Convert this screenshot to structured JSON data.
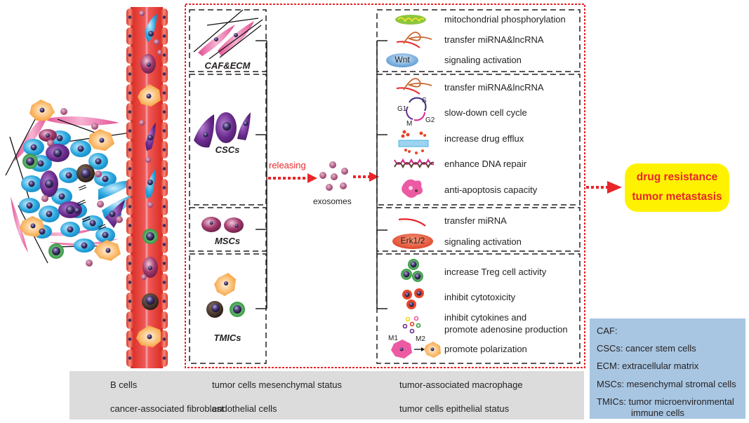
{
  "colors": {
    "outer_border": "#e8262a",
    "arrow": "#e8262a",
    "outcome_bg": "#fff200",
    "outcome_text": "#e8262a",
    "legend_bg": "#dcdcdc",
    "abbr_bg": "#a8c6e2",
    "vessel": "#e8362f",
    "tumor_epithelial": "#29a8e0",
    "csc_purple": "#6b2c8f",
    "macrophage": "#f7a64a",
    "fibroblast": "#ec6fa8",
    "treg_green": "#2e9e3f",
    "b_cell": "#3b2a22"
  },
  "sources": [
    {
      "id": "caf",
      "label": "CAF&ECM",
      "icon": "fibroblast-with-ecm-icon"
    },
    {
      "id": "cscs",
      "label": "CSCs",
      "icon": "cancer-stem-cells-icon"
    },
    {
      "id": "mscs",
      "label": "MSCs",
      "icon": "mesenchymal-stromal-cells-icon"
    },
    {
      "id": "tmics",
      "label": "TMICs",
      "icon": "immune-cells-icon"
    }
  ],
  "middle": {
    "releasing_label": "releasing",
    "exosomes_label": "exosomes"
  },
  "effects": [
    {
      "group": "caf",
      "items": [
        {
          "icon": "mitochondrion-icon",
          "text": "mitochondrial phosphorylation"
        },
        {
          "icon": "rna-strand-icon",
          "text": "transfer miRNA&lncRNA"
        },
        {
          "icon": "wnt-badge-icon",
          "badge": "Wnt",
          "text": "signaling activation"
        }
      ]
    },
    {
      "group": "cscs",
      "items": [
        {
          "icon": "rna-strand-icon",
          "text": "transfer miRNA&lncRNA"
        },
        {
          "icon": "cell-cycle-icon",
          "text": "slow-down cell cycle",
          "phases": [
            "G1",
            "S",
            "G2",
            "M"
          ]
        },
        {
          "icon": "drug-efflux-icon",
          "text": "increase drug efflux"
        },
        {
          "icon": "dna-helix-icon",
          "text": "enhance DNA repair"
        },
        {
          "icon": "apoptosis-icon",
          "text": "anti-apoptosis capacity"
        }
      ]
    },
    {
      "group": "mscs",
      "items": [
        {
          "icon": "mirna-strand-icon",
          "text": "transfer miRNA"
        },
        {
          "icon": "erk-badge-icon",
          "badge": "Erk1/2",
          "text": "signaling activation"
        }
      ]
    },
    {
      "group": "tmics",
      "items": [
        {
          "icon": "treg-cells-icon",
          "text": "increase Treg cell activity"
        },
        {
          "icon": "cytotoxic-cells-icon",
          "text": "inhibit cytotoxicity"
        },
        {
          "icon": "cytokines-icon",
          "text": "inhibit cytokines and",
          "text2": "promote adenosine production"
        },
        {
          "icon": "macrophage-polarization-icon",
          "text": "promote polarization",
          "m1": "M1",
          "m2": "M2"
        }
      ]
    }
  ],
  "outcome": {
    "line1": "drug resistance",
    "line2": "tumor metastasis"
  },
  "legend": [
    {
      "icon": "b-cell-icon",
      "text": "B cells"
    },
    {
      "icon": "mesenchymal-tumor-cell-icon",
      "text": "tumor cells mesenchymal status"
    },
    {
      "icon": "macrophage-icon",
      "text": "tumor-associated macrophage"
    },
    {
      "icon": "fibroblast-icon",
      "text": "cancer-associated fibroblast"
    },
    {
      "icon": "endothelial-cell-icon",
      "text": "endothelial cells"
    },
    {
      "icon": "epithelial-tumor-cell-icon",
      "text": "tumor cells epithelial status"
    }
  ],
  "abbreviations": [
    {
      "text": "CAF:"
    },
    {
      "text": "CSCs: cancer stem cells"
    },
    {
      "text": "ECM: extracellular matrix"
    },
    {
      "text": "MSCs: mesenchymal stromal cells"
    },
    {
      "text": "TMICs: tumor microenvironmental",
      "text2": "immune cells"
    }
  ]
}
